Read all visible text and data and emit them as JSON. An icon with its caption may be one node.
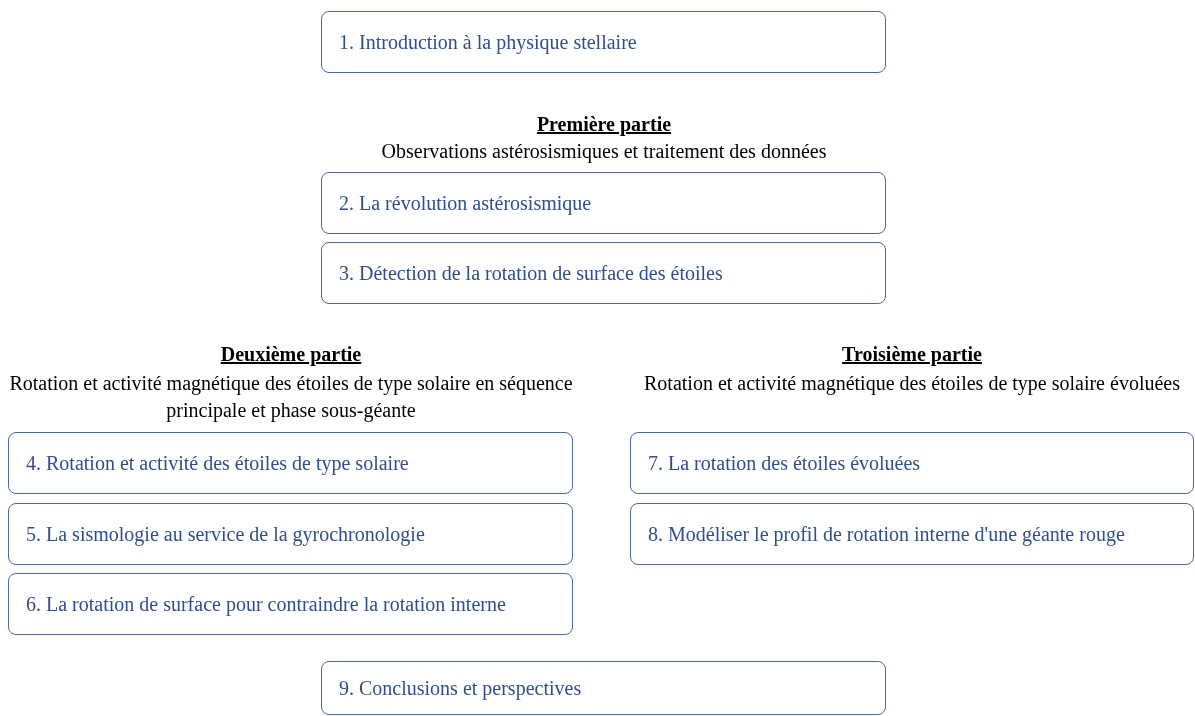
{
  "diagram": {
    "nodes": [
      {
        "text": [
          "1. Introduction à la physique stellaire"
        ]
      },
      {
        "text": [
          "2. La révolution astérosismique"
        ]
      },
      {
        "text": [
          "3. Détection de la rotation de surface des étoiles"
        ]
      },
      {
        "text": [
          "4. Rotation et activité des étoiles de type solaire"
        ]
      },
      {
        "text": [
          "5. La sismologie au service de la gyrochronologie"
        ]
      },
      {
        "text": [
          "6. La rotation de surface pour contraindre la rotation interne"
        ]
      },
      {
        "text": [
          "7. La rotation des étoiles évoluées"
        ]
      },
      {
        "text": [
          "8. Modéliser le profil de rotation interne d'une géante rouge"
        ]
      },
      {
        "text": [
          "9. Conclusions et perspectives"
        ]
      }
    ],
    "labels": [
      "Première partie",
      "Observations astérosismiques et traitement des données",
      "Deuxième partie",
      "Rotation et activité magnétique des étoiles de type solaire en séquence principale et phase sous-géante",
      "Troisième partie",
      "Rotation et activité magnétique des étoiles de type solaire évoluées"
    ]
  }
}
